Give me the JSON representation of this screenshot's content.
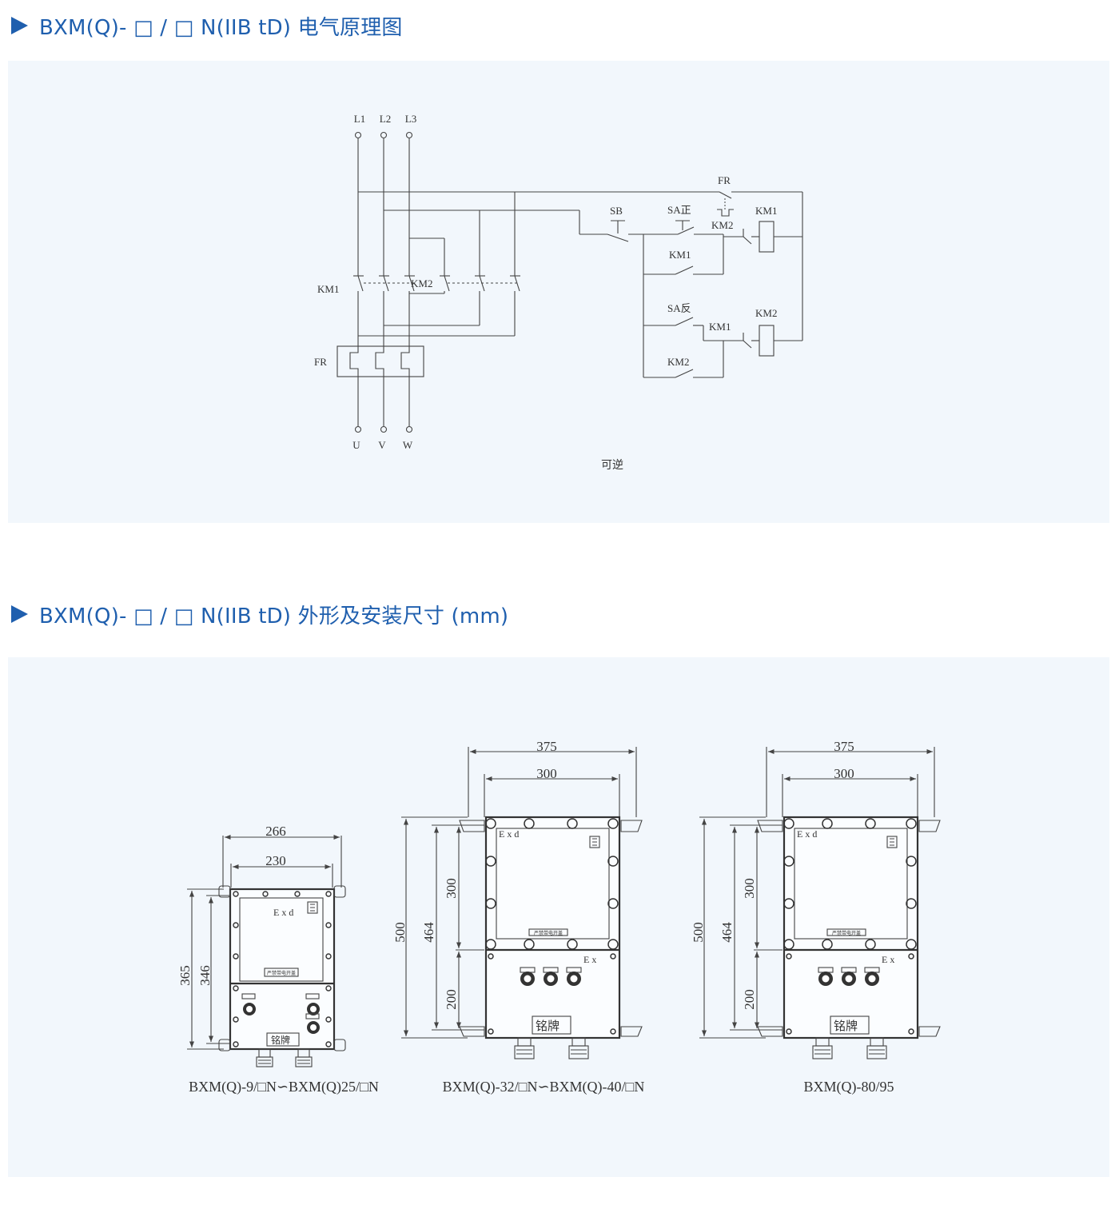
{
  "section1": {
    "title": "BXM(Q)- □ / □ N(IIB tD) 电气原理图"
  },
  "section2": {
    "title": "BXM(Q)- □ / □ N(IIB tD) 外形及安装尺寸 (mm)"
  },
  "schematic": {
    "labels": {
      "l1": "L1",
      "l2": "L2",
      "l3": "L3",
      "u": "U",
      "v": "V",
      "w": "W",
      "km1_main": "KM1",
      "km2_main": "KM2",
      "fr_main": "FR",
      "fr_ctrl": "FR",
      "sb": "SB",
      "sa_fwd": "SA正",
      "sa_rev": "SA反",
      "km1_coil": "KM1",
      "km2_coil": "KM2",
      "km2_interlock": "KM2",
      "km1_hold": "KM1",
      "km1_interlock": "KM1",
      "km2_hold": "KM2",
      "caption": "可逆"
    }
  },
  "dimensions": {
    "small": {
      "w_outer": "266",
      "w_inner": "230",
      "h_outer": "365",
      "h_inner": "346",
      "exd": "E x d",
      "plate": "严禁带电开盖",
      "nameplate": "铭牌",
      "caption": "BXM(Q)-9/□N∽BXM(Q)25/□N"
    },
    "medium": {
      "w_outer": "375",
      "w_inner": "300",
      "h_total": "500",
      "h_body": "464",
      "h_upper": "300",
      "h_lower": "200",
      "exd": "E x d",
      "exe": "E x",
      "plate": "严禁带电开盖",
      "nameplate": "铭牌",
      "caption": "BXM(Q)-32/□N∽BXM(Q)-40/□N"
    },
    "large": {
      "w_outer": "375",
      "w_inner": "300",
      "h_total": "500",
      "h_body": "464",
      "h_upper": "300",
      "h_lower": "200",
      "exd": "E x d",
      "exe": "E x",
      "plate": "严禁带电开盖",
      "nameplate": "铭牌",
      "caption": "BXM(Q)-80/95"
    }
  },
  "colors": {
    "accent": "#1f5fae",
    "panel": "#f2f7fc"
  }
}
